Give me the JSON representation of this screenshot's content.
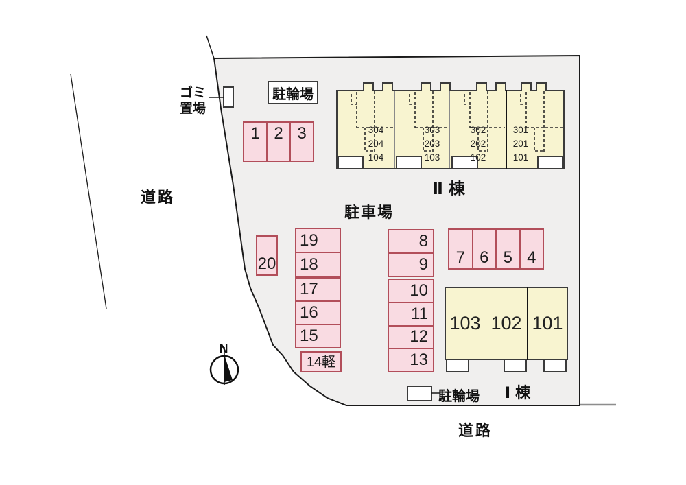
{
  "labels": {
    "garbage1": "ゴミ",
    "garbage2": "置場",
    "bicycle_top": "駐輪場",
    "parking_area": "駐車場",
    "bicycle_bottom": "駐輪場",
    "road_left": "道路",
    "road_bottom": "道路",
    "north": "N"
  },
  "buildings": {
    "b2": {
      "label": "Ⅱ棟",
      "units": [
        {
          "rooms": [
            "304",
            "204",
            "104"
          ]
        },
        {
          "rooms": [
            "303",
            "203",
            "103"
          ]
        },
        {
          "rooms": [
            "302",
            "202",
            "102"
          ]
        },
        {
          "rooms": [
            "301",
            "201",
            "101"
          ]
        }
      ]
    },
    "b1": {
      "label": "Ⅰ棟",
      "units": [
        {
          "room": "103"
        },
        {
          "room": "102"
        },
        {
          "room": "101"
        }
      ]
    }
  },
  "parking": {
    "spaces_123": [
      "1",
      "2",
      "3"
    ],
    "spaces_7654": [
      "7",
      "6",
      "5",
      "4"
    ],
    "col_left_top": [
      "19",
      "18"
    ],
    "col_left_mid": [
      "17",
      "16",
      "15"
    ],
    "space_kei": "14軽",
    "space_20": "20",
    "col_mid_top": [
      "8",
      "9"
    ],
    "col_mid_bottom": [
      "10",
      "11",
      "12",
      "13"
    ]
  },
  "colors": {
    "site_fill": "#f0efee",
    "building_fill": "#f8f4d0",
    "parking_fill": "#f9dbe2",
    "parking_border": "#b24e5a",
    "outline": "#1a1a1a"
  }
}
